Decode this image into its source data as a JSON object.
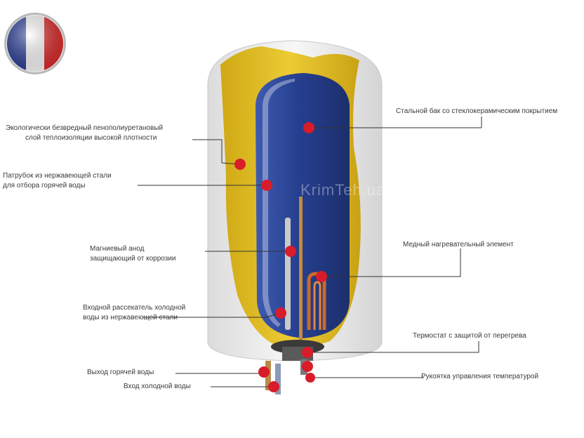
{
  "watermark": "KrimTeh.ua",
  "labels": {
    "foam": [
      "Экологически безвредный пенополиуретановый",
      "слой теплоизоляции высокой плотности"
    ],
    "tank": [
      "Стальной бак со стеклокерамическим покрытием"
    ],
    "hot_pipe": [
      "Патрубок из нержавеющей стали",
      "для отбора горячей воды"
    ],
    "anode": [
      "Магниевый анод",
      "защищающий от коррозии"
    ],
    "heater": [
      "Медный нагревательный элемент"
    ],
    "cold_diffuser": [
      "Входной рассекатель холодной",
      "воды из нержавеющей стали"
    ],
    "thermostat": [
      "Термостат с защитой от перегрева"
    ],
    "hot_out": [
      "Выход горячей воды"
    ],
    "knob": [
      "Рукоятка управления температурой"
    ],
    "cold_in": [
      "Вход холодной воды"
    ]
  },
  "colors": {
    "shell": "#ececec",
    "insulation": "#e3c021",
    "tank": "#263f8f",
    "marker": "#d81c2a",
    "line": "#333333"
  }
}
